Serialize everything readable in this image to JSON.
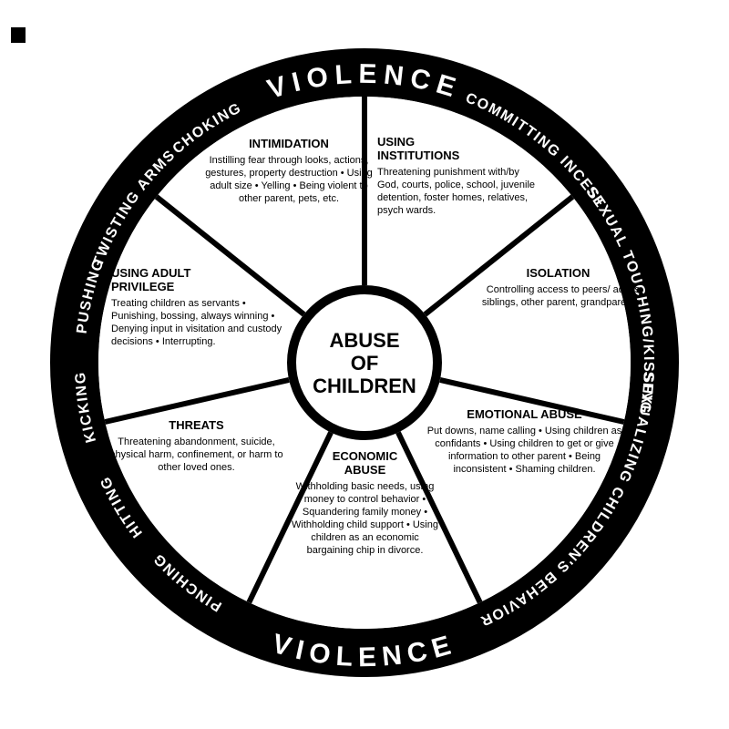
{
  "center": {
    "lines": [
      "ABUSE",
      "OF",
      "CHILDREN"
    ]
  },
  "ring": {
    "violence_top": "VIOLENCE",
    "violence_bottom": "VIOLENCE",
    "left_words": [
      "CHOKING",
      "TWISTING ARMS",
      "PUSHING",
      "KICKING",
      "HITTING",
      "PINCHING"
    ],
    "right_words": [
      "COMMITTING INCEST",
      "SEXUAL TOUCHING/KISSING",
      "SEXUALIZING CHILDREN'S BEHAVIOR"
    ]
  },
  "wedges": [
    {
      "title": "INTIMIDATION",
      "body": "Instilling fear through looks, actions, gestures, property destruction • Using adult size • Yelling • Being violent to other parent, pets, etc."
    },
    {
      "title": "USING INSTITUTIONS",
      "body": "Threatening punishment with/by God, courts, police, school, juvenile detention, foster homes, relatives, psych wards."
    },
    {
      "title": "ISOLATION",
      "body": "Controlling access to peers/ adults, siblings, other parent, grandparents."
    },
    {
      "title": "EMOTIONAL ABUSE",
      "body": "Put downs, name calling • Using children as confidants • Using children to get or give information to other parent • Being inconsistent • Shaming children."
    },
    {
      "title": "ECONOMIC ABUSE",
      "body": "Withholding basic needs, using money to control behavior • Squandering family money • Withholding child support • Using children as an economic bargaining chip in divorce."
    },
    {
      "title": "THREATS",
      "body": "Threatening abandonment, suicide, physical harm, confinement, or harm to other loved ones."
    },
    {
      "title": "USING ADULT PRIVILEGE",
      "body": "Treating children as servants • Punishing, bossing, always winning • Denying input in visitation and custody decisions • Interrupting."
    }
  ],
  "colors": {
    "ring": "#000000",
    "background": "#ffffff",
    "ring_text": "#ffffff",
    "wedge_text": "#000000"
  }
}
